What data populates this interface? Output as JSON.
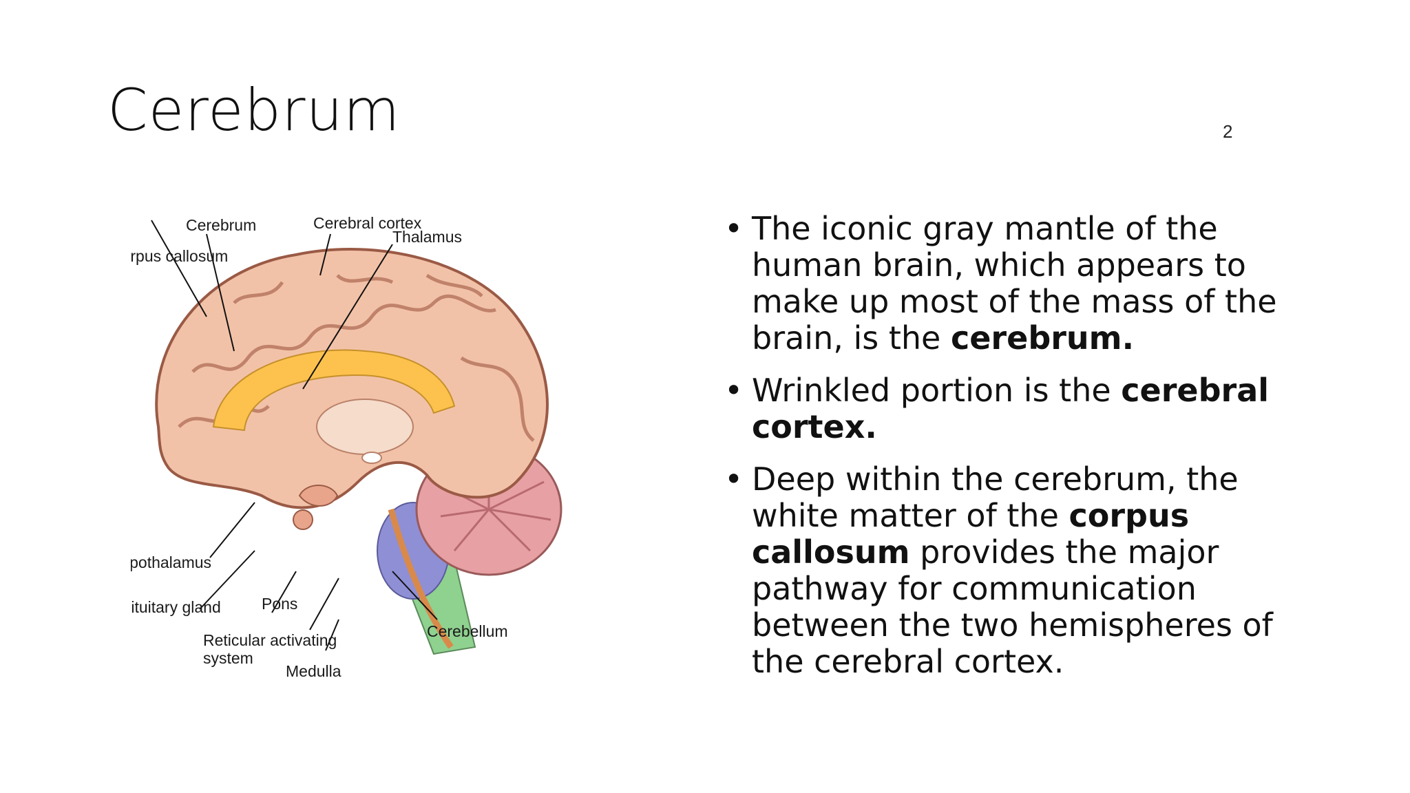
{
  "slide": {
    "title": "Cerebrum",
    "page_number": "2"
  },
  "figure": {
    "labels": {
      "cerebrum": "Cerebrum",
      "cerebral_cortex": "Cerebral cortex",
      "corpus_callosum": "Corpus callosum",
      "thalamus": "Thalamus",
      "hypothalamus": "Hypothalamus",
      "pituitary_gland": "Pituitary gland",
      "pons": "Pons",
      "reticular_1": "Reticular activating",
      "reticular_2": "system",
      "medulla": "Medulla",
      "cerebellum": "Cerebellum"
    },
    "colors": {
      "brain": "#f2c2a8",
      "brain_outline": "#9a5a45",
      "corpus_callosum": "#fcc24d",
      "pons": "#8f8fd6",
      "medulla": "#8fd18f",
      "cerebellum": "#e7a0a3",
      "reticular": "#d98a4a"
    }
  },
  "bullets": [
    {
      "t1": "The iconic gray mantle of the human brain, which appears to make up most of the mass of the brain, is the ",
      "b1": "cerebrum."
    },
    {
      "t1": "Wrinkled portion is the ",
      "b1": "cerebral cortex."
    },
    {
      "t1": "Deep within the cerebrum, the white matter of the ",
      "b1": "corpus callosum",
      "t2": " provides the major pathway for communication between the two hemispheres of the cerebral cortex."
    }
  ]
}
